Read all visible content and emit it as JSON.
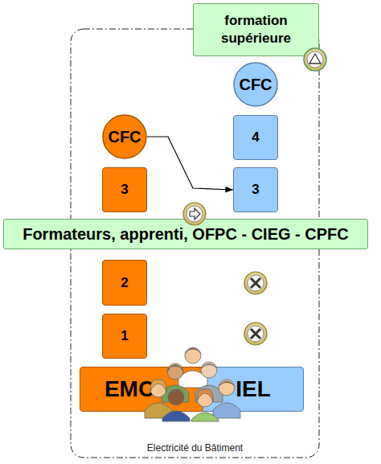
{
  "diagram": {
    "nodes": [
      {
        "text": [
          "formation supérieure"
        ]
      },
      {
        "text": [
          "Electricité du Bâtiment"
        ]
      },
      {
        "text": [
          "CFC"
        ],
        "in": 1
      },
      {
        "text": [
          "CFC"
        ],
        "in": 1
      },
      {
        "text": [
          "4"
        ],
        "in": 1
      },
      {
        "text": [
          "3"
        ],
        "in": 1
      },
      {
        "text": [
          "3"
        ],
        "in": 1
      },
      {
        "text": [
          "Formateurs, apprenti, OFPC - CIEG - CPFC"
        ]
      },
      {
        "text": [
          "2"
        ],
        "in": 1
      },
      {
        "text": [
          "1"
        ],
        "in": 1
      },
      {
        "text": [
          "EMC"
        ],
        "in": 1
      },
      {
        "text": [
          "IEL"
        ],
        "in": 1
      }
    ],
    "edges": [
      {
        "from": 3,
        "to": 6,
        "arrow": "to"
      }
    ]
  }
}
